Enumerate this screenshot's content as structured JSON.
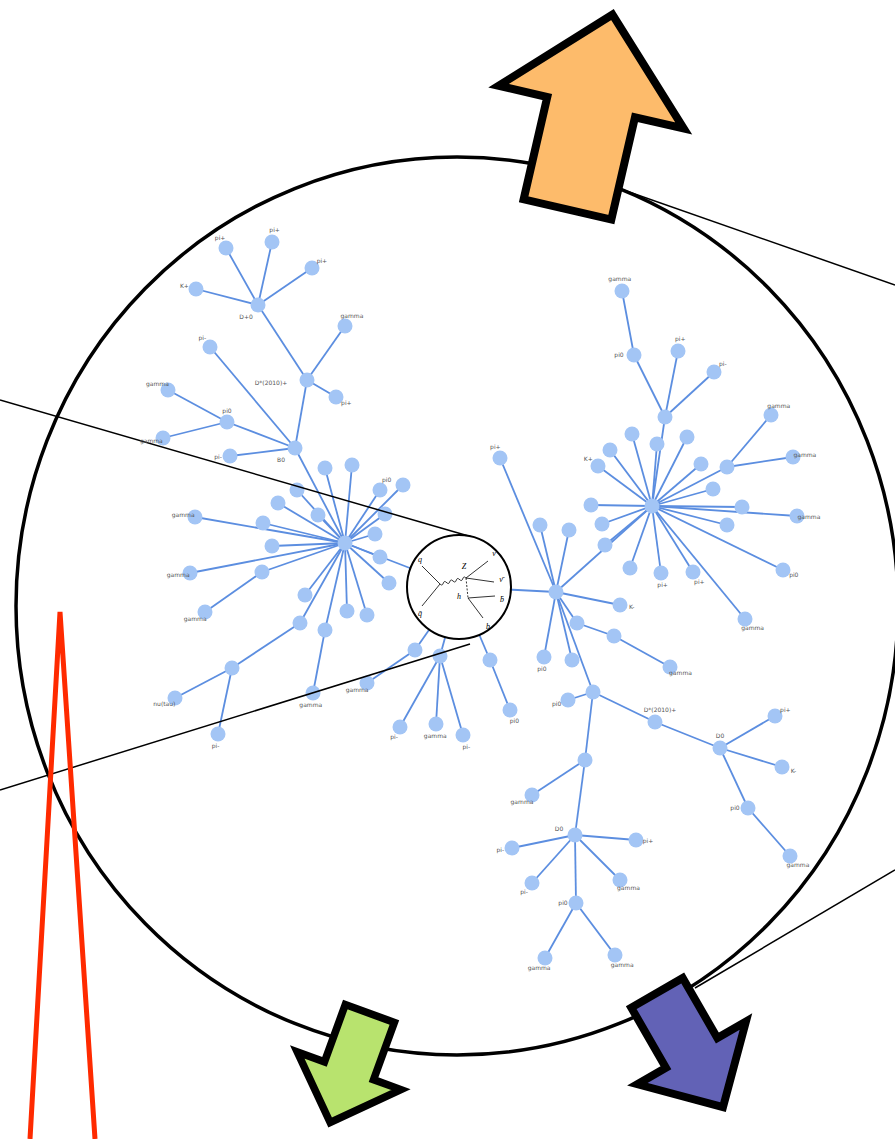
{
  "diagram": {
    "nodes": [
      {
        "text": [
          "q",
          "q̄",
          "Z",
          "h",
          "ν",
          "ν̄",
          "b̄",
          "b"
        ]
      }
    ],
    "labels": [
      "K+",
      "pi+",
      "pi+",
      "pi+",
      "D+0",
      "gamma",
      "pi-",
      "D*(2010)+",
      "pi+",
      "gamma",
      "gamma",
      "pi0",
      "B0",
      "pi-",
      "pi0",
      "gamma",
      "gamma",
      "gamma",
      "nu(tau)",
      "pi-",
      "gamma",
      "gamma",
      "gamma",
      "pi0",
      "pi+",
      "pi-",
      "gamma",
      "gamma",
      "K+",
      "pi+",
      "gamma",
      "pi0",
      "pi+",
      "pi+",
      "K-",
      "gamma",
      "pi0",
      "gamma",
      "pi0",
      "pi0",
      "pi-",
      "gamma",
      "pi-",
      "D*(2010)+",
      "pi+",
      "D0",
      "K-",
      "gamma",
      "pi0",
      "D0",
      "pi-",
      "pi+",
      "gamma",
      "pi-",
      "gamma",
      "pi0",
      "gamma",
      "gamma"
    ]
  }
}
